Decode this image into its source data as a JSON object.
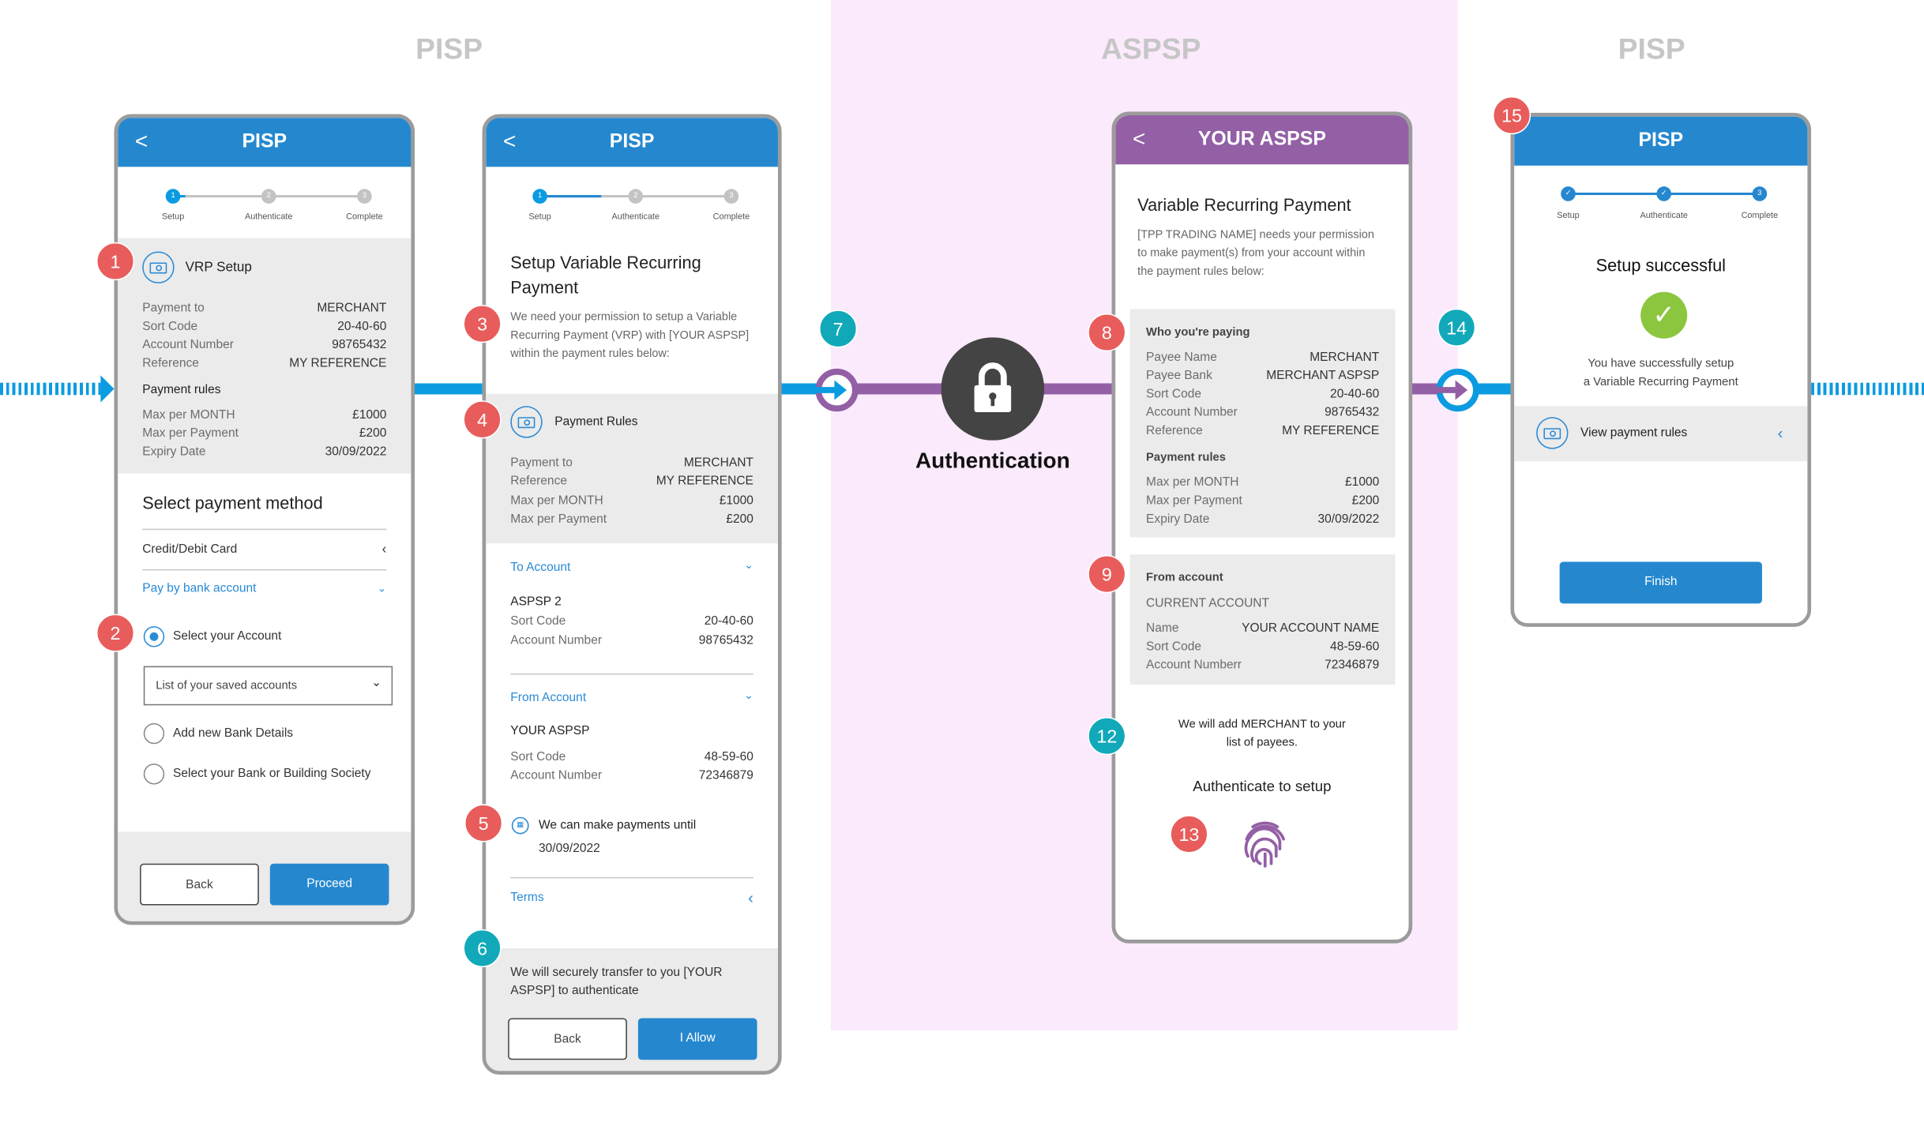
{
  "zones": [
    "PISP",
    "ASPSP",
    "PISP"
  ],
  "colors": {
    "pisp_blue": "#2588cf",
    "aspsp_purple": "#935fa5",
    "badge_red": "#e85c5c",
    "badge_teal": "#11a9b9",
    "success_green": "#8cc63f"
  },
  "steps": [
    "Setup",
    "Authenticate",
    "Complete"
  ],
  "step_numbers": [
    "1",
    "2",
    "3"
  ],
  "back_glyph": "<",
  "authentication_label": "Authentication",
  "badges": [
    "1",
    "2",
    "3",
    "4",
    "5",
    "6",
    "7",
    "8",
    "9",
    "12",
    "13",
    "14",
    "15"
  ],
  "p1": {
    "title": "PISP",
    "vrp_title": "VRP Setup",
    "vrp_rows": [
      [
        "Payment to",
        "MERCHANT"
      ],
      [
        "Sort Code",
        "20-40-60"
      ],
      [
        "Account Number",
        "98765432"
      ],
      [
        "Reference",
        "MY REFERENCE"
      ]
    ],
    "rules_title": "Payment rules",
    "rules_rows": [
      [
        "Max per MONTH",
        "£1000"
      ],
      [
        "Max per Payment",
        "£200"
      ],
      [
        "Expiry Date",
        "30/09/2022"
      ]
    ],
    "method_title": "Select payment method",
    "card_option": "Credit/Debit Card",
    "bank_option": "Pay by bank account",
    "select_account": "Select your Account",
    "saved_accounts_placeholder": "List of your saved accounts",
    "add_bank": "Add new Bank Details",
    "select_bank": "Select your Bank or Building Society",
    "back": "Back",
    "proceed": "Proceed"
  },
  "p2": {
    "title": "PISP",
    "heading1": "Setup Variable Recurring",
    "heading2": "Payment",
    "intro": [
      "We need your permission to setup a Variable",
      "Recurring Payment (VRP) with [YOUR ASPSP]",
      "within the payment rules below:"
    ],
    "rules_title": "Payment Rules",
    "rules_rows": [
      [
        "Payment to",
        "MERCHANT"
      ],
      [
        "Reference",
        "MY REFERENCE"
      ],
      [
        "Max per MONTH",
        "£1000"
      ],
      [
        "Max per Payment",
        "£200"
      ]
    ],
    "to_account": "To Account",
    "to_name": "ASPSP 2",
    "to_rows": [
      [
        "Sort Code",
        "20-40-60"
      ],
      [
        "Account Number",
        "98765432"
      ]
    ],
    "from_account": "From Account",
    "from_name": "YOUR ASPSP",
    "from_rows": [
      [
        "Sort Code",
        "48-59-60"
      ],
      [
        "Account Number",
        "72346879"
      ]
    ],
    "until_text": "We can make payments until",
    "until_date": "30/09/2022",
    "terms": "Terms",
    "transfer": [
      "We will securely transfer to you [YOUR",
      "ASPSP] to authenticate"
    ],
    "back": "Back",
    "allow": "I Allow"
  },
  "p3": {
    "title": "YOUR ASPSP",
    "heading": "Variable Recurring Payment",
    "intro": [
      "[TPP TRADING NAME] needs your permission",
      "to make payment(s) from your account within",
      "the payment rules below:"
    ],
    "who_title": "Who you're paying",
    "who_rows": [
      [
        "Payee Name",
        "MERCHANT"
      ],
      [
        "Payee Bank",
        "MERCHANT ASPSP"
      ],
      [
        "Sort Code",
        "20-40-60"
      ],
      [
        "Account Number",
        "98765432"
      ],
      [
        "Reference",
        "MY REFERENCE"
      ]
    ],
    "rules_title": "Payment rules",
    "rules_rows": [
      [
        "Max per MONTH",
        "£1000"
      ],
      [
        "Max per Payment",
        "£200"
      ],
      [
        "Expiry Date",
        "30/09/2022"
      ]
    ],
    "from_title": "From account",
    "account_type": "CURRENT ACCOUNT",
    "from_rows": [
      [
        "Name",
        "YOUR ACCOUNT NAME"
      ],
      [
        "Sort Code",
        "48-59-60"
      ],
      [
        "Account Numberr",
        "72346879"
      ]
    ],
    "payee_note": [
      "We will add MERCHANT to your",
      "list of payees."
    ],
    "auth_text": "Authenticate to setup"
  },
  "p4": {
    "title": "PISP",
    "success": "Setup successful",
    "message": [
      "You have successfully setup",
      "a Variable Recurring Payment"
    ],
    "view_rules": "View payment rules",
    "finish": "Finish",
    "step3": "3"
  }
}
